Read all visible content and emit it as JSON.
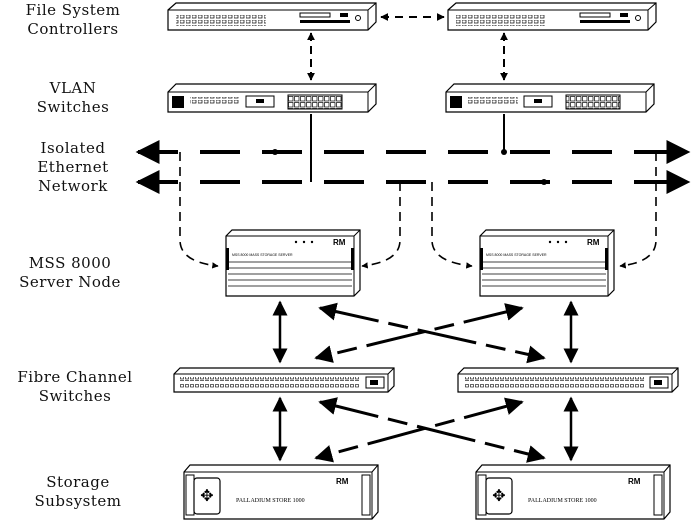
{
  "labels": {
    "controllers": [
      "File System",
      "Controllers"
    ],
    "vlan": [
      "VLAN",
      "Switches"
    ],
    "ethernet": [
      "Isolated",
      "Ethernet",
      "Network"
    ],
    "server": [
      "MSS 8000",
      "Server Node"
    ],
    "fibre": [
      "Fibre Channel",
      "Switches"
    ],
    "storage": [
      "Storage",
      "Subsystem"
    ]
  },
  "devices": {
    "server_brand": "RM",
    "server_model": "MSS 8000 MASS STORAGE SERVER",
    "storage_brand": "RM",
    "storage_model": "PALLADIUM STORE 1000"
  }
}
